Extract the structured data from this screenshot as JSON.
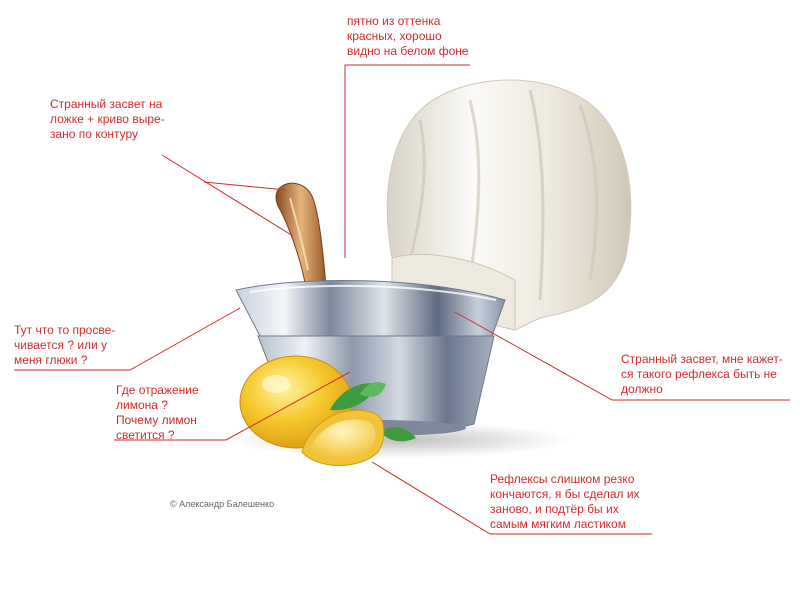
{
  "annotations": {
    "red_spot": "пятно из оттенка\nкрасных, хорошо\nвидно на белом фоне",
    "spoon_glare": "Странный засвет на\nложке + криво выре-\nзано по контуру",
    "see_through": "Тут что то просве-\nчивается ? или у\nменя глюки ?",
    "lemon_reflection": "Где отражение\nлимона ?\nПочему лимон\nсветится ?",
    "bowl_glare": "Странный засвет, мне кажет-\nся такого рефлекса быть не\nдолжно",
    "reflections_edge": "Рефлексы слишком резко\nкончаются,  я бы сделал их\nзаново, и подтёр бы их\nсамым мягким ластиком"
  },
  "copyright": "© Александр Балешенко",
  "colors": {
    "annotation_red": "#d32b2b",
    "lemon_yellow": "#f6c92c",
    "bowl_steel": "#8e9aae",
    "hat_white": "#f2efe8",
    "mint_green": "#3f9a3f"
  }
}
